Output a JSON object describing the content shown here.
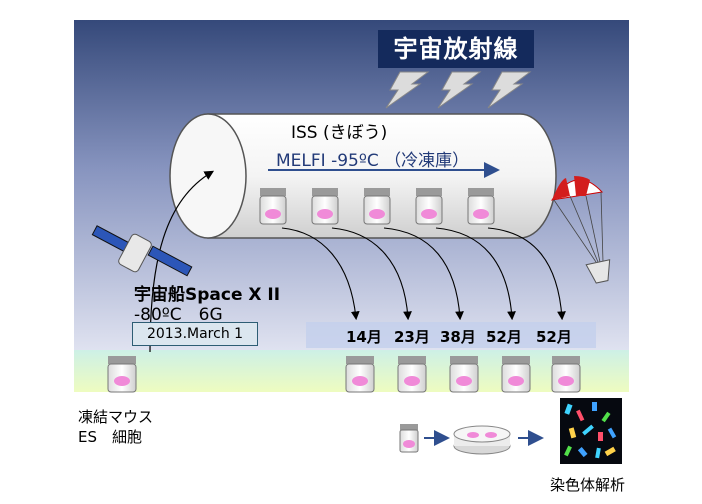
{
  "title": "宇宙放射線",
  "iss_label": "ISS (きぼう)",
  "freezer_label": "MELFI -95ºC （冷凍庫）",
  "spaceship": {
    "name": "宇宙船Space X II",
    "conditions": "-80ºC　6G",
    "date": "2013.March 1"
  },
  "months": [
    "14月",
    "23月",
    "38月",
    "52月",
    "52月"
  ],
  "sample": {
    "line1": "凍結マウス",
    "line2": "ES　細胞"
  },
  "analysis_label": "染色体解析",
  "colors": {
    "sky_top": "#3b4f7c",
    "sky_bottom": "#d9ddee",
    "ground": "#e4f8c8",
    "title_bg": "#142a5c",
    "cell_pink": "#f08ad8"
  }
}
